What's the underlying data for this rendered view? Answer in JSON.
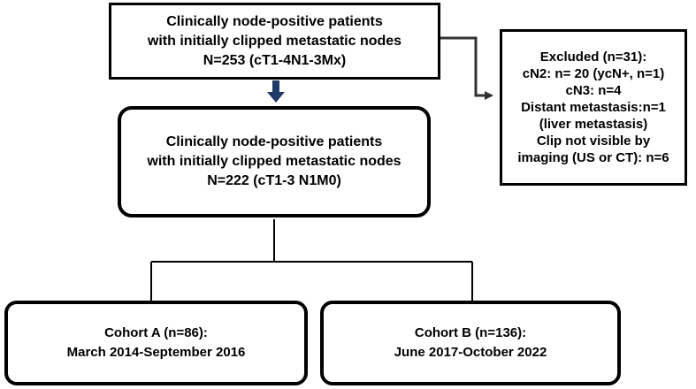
{
  "top_box": {
    "lines": [
      "Clinically node-positive patients",
      "with initially clipped metastatic nodes",
      "N=253 (cT1-4N1-3Mx)"
    ]
  },
  "middle_box": {
    "lines": [
      "Clinically node-positive patients",
      "with initially clipped metastatic nodes",
      "N=222 (cT1-3 N1M0)"
    ]
  },
  "excluded_box": {
    "lines": [
      "Excluded (n=31):",
      "cN2: n= 20 (ycN+, n=1)",
      "cN3: n=4",
      "Distant metastasis:n=1",
      "(liver metastasis)",
      "Clip not visible by",
      "imaging (US or CT): n=6"
    ]
  },
  "cohort_a": {
    "lines": [
      "Cohort A (n=86):",
      "March 2014-September 2016"
    ]
  },
  "cohort_b": {
    "lines": [
      "Cohort B (n=136):",
      "June 2017-October 2022"
    ]
  },
  "colors": {
    "box_border": "#000000",
    "down_arrow": "#1f3a66",
    "connector": "#222222"
  }
}
